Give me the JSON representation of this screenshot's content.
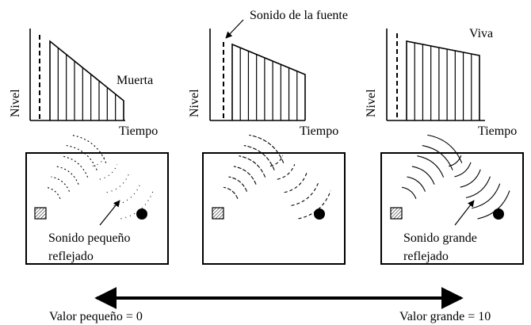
{
  "common": {
    "y_axis_label": "Nivel",
    "x_axis_label": "Tiempo"
  },
  "panels": [
    {
      "id": "muerta",
      "decay_label": "Muerta",
      "caption_line1": "Sonido pequeño",
      "caption_line2": "reflejado",
      "reflection_strength": "small"
    },
    {
      "id": "media",
      "callout_label": "Sonido de la fuente",
      "reflection_strength": "medium"
    },
    {
      "id": "viva",
      "decay_label": "Viva",
      "caption_line1": "Sonido grande",
      "caption_line2": "reflejado",
      "reflection_strength": "large"
    }
  ],
  "scale": {
    "left_label": "Valor pequeño = 0",
    "right_label": "Valor grande = 10"
  },
  "colors": {
    "ink": "#000000",
    "background": "#ffffff"
  },
  "icons": {
    "speaker": "hatched-square-icon",
    "listener": "filled-circle-icon"
  }
}
